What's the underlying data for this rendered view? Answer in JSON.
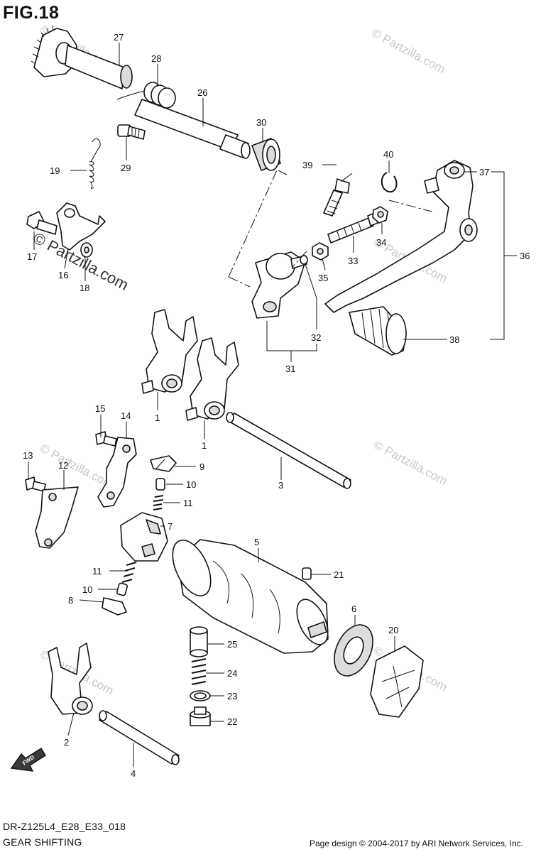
{
  "figure": {
    "title": "FIG.18"
  },
  "parts": [
    {
      "ref": "1"
    },
    {
      "ref": "2"
    },
    {
      "ref": "3"
    },
    {
      "ref": "4"
    },
    {
      "ref": "5"
    },
    {
      "ref": "6"
    },
    {
      "ref": "7"
    },
    {
      "ref": "8"
    },
    {
      "ref": "9"
    },
    {
      "ref": "10"
    },
    {
      "ref": "11"
    },
    {
      "ref": "12"
    },
    {
      "ref": "13"
    },
    {
      "ref": "14"
    },
    {
      "ref": "15"
    },
    {
      "ref": "16"
    },
    {
      "ref": "17"
    },
    {
      "ref": "18"
    },
    {
      "ref": "19"
    },
    {
      "ref": "20"
    },
    {
      "ref": "21"
    },
    {
      "ref": "22"
    },
    {
      "ref": "23"
    },
    {
      "ref": "24"
    },
    {
      "ref": "25"
    },
    {
      "ref": "26"
    },
    {
      "ref": "27"
    },
    {
      "ref": "28"
    },
    {
      "ref": "29"
    },
    {
      "ref": "30"
    },
    {
      "ref": "31"
    },
    {
      "ref": "32"
    },
    {
      "ref": "33"
    },
    {
      "ref": "34"
    },
    {
      "ref": "35"
    },
    {
      "ref": "36"
    },
    {
      "ref": "37"
    },
    {
      "ref": "38"
    },
    {
      "ref": "39"
    },
    {
      "ref": "40"
    }
  ],
  "fwd_label": "FWD",
  "watermarks": {
    "site": "© Partzilla.com",
    "big": "© Partzilla.com"
  },
  "footer": {
    "model_code": "DR-Z125L4_E28_E33_018",
    "section": "GEAR SHIFTING",
    "credit": "Page design © 2004-2017 by ARI Network Services, Inc."
  }
}
